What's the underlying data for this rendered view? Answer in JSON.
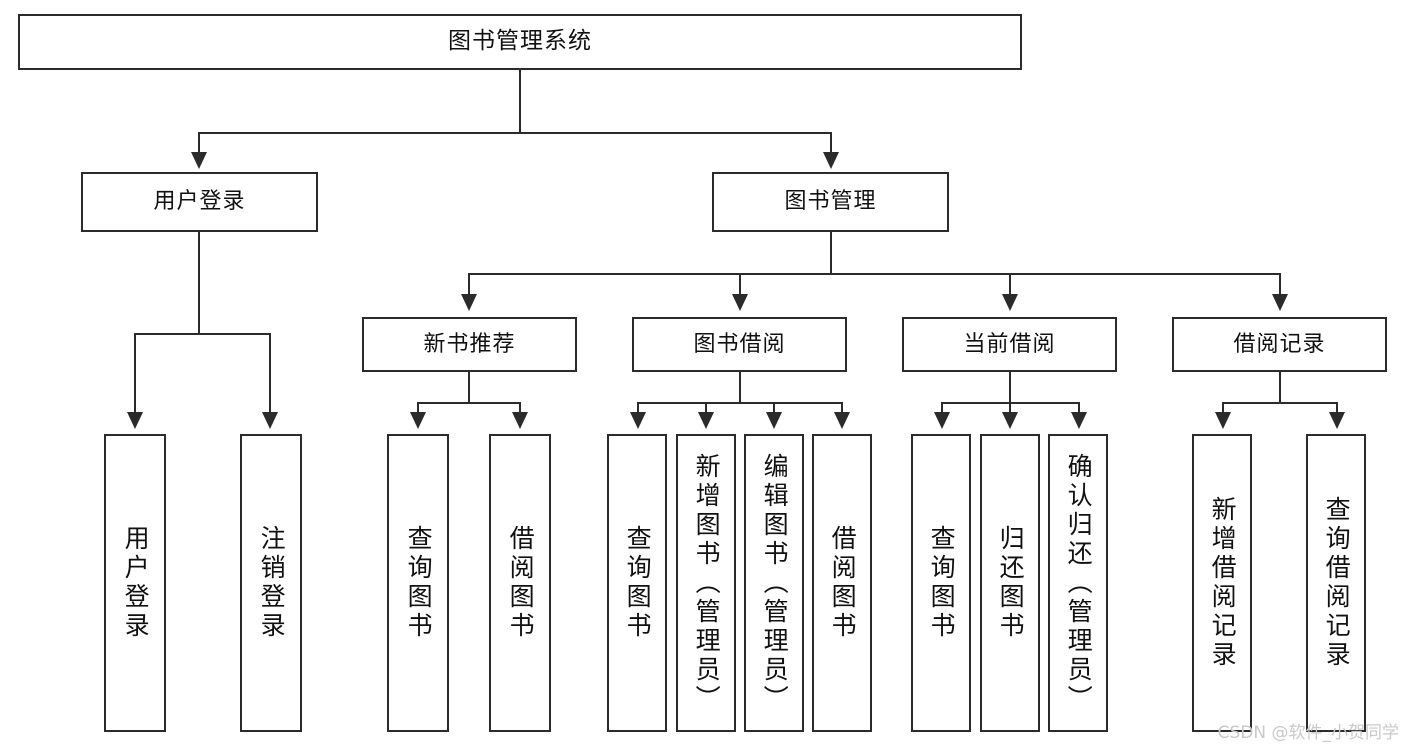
{
  "diagram": {
    "title": "图书管理系统",
    "type": "tree",
    "levels": 4,
    "root": {
      "id": "root",
      "label": "图书管理系统"
    },
    "level2": [
      {
        "id": "user-login",
        "label": "用户登录"
      },
      {
        "id": "book-management",
        "label": "图书管理"
      }
    ],
    "level3": [
      {
        "id": "new-book-recommend",
        "label": "新书推荐",
        "parent": "book-management"
      },
      {
        "id": "book-borrow",
        "label": "图书借阅",
        "parent": "book-management"
      },
      {
        "id": "current-borrow",
        "label": "当前借阅",
        "parent": "book-management"
      },
      {
        "id": "borrow-record",
        "label": "借阅记录",
        "parent": "book-management"
      }
    ],
    "leaves": {
      "user_login": [
        {
          "id": "leaf-user-login",
          "label": "用户登录"
        },
        {
          "id": "leaf-logout",
          "label": "注销登录"
        }
      ],
      "new_book_recommend": [
        {
          "id": "leaf-query-book-1",
          "label": "查询图书"
        },
        {
          "id": "leaf-borrow-book-1",
          "label": "借阅图书"
        }
      ],
      "book_borrow": [
        {
          "id": "leaf-query-book-2",
          "label": "查询图书"
        },
        {
          "id": "leaf-add-book",
          "label": "新增图书（管理员）"
        },
        {
          "id": "leaf-edit-book",
          "label": "编辑图书（管理员）"
        },
        {
          "id": "leaf-borrow-book-2",
          "label": "借阅图书"
        }
      ],
      "current_borrow": [
        {
          "id": "leaf-query-book-3",
          "label": "查询图书"
        },
        {
          "id": "leaf-return-book",
          "label": "归还图书"
        },
        {
          "id": "leaf-confirm-return",
          "label": "确认归还（管理员）"
        }
      ],
      "borrow_record": [
        {
          "id": "leaf-add-record",
          "label": "新增借阅记录"
        },
        {
          "id": "leaf-query-record",
          "label": "查询借阅记录"
        }
      ]
    }
  },
  "watermark": {
    "text": "CSDN @软件_小贺同学"
  },
  "colors": {
    "border": "#2b2b2b",
    "fill": "#ffffff",
    "text": "#111111",
    "watermark": "#c9c9c9"
  }
}
